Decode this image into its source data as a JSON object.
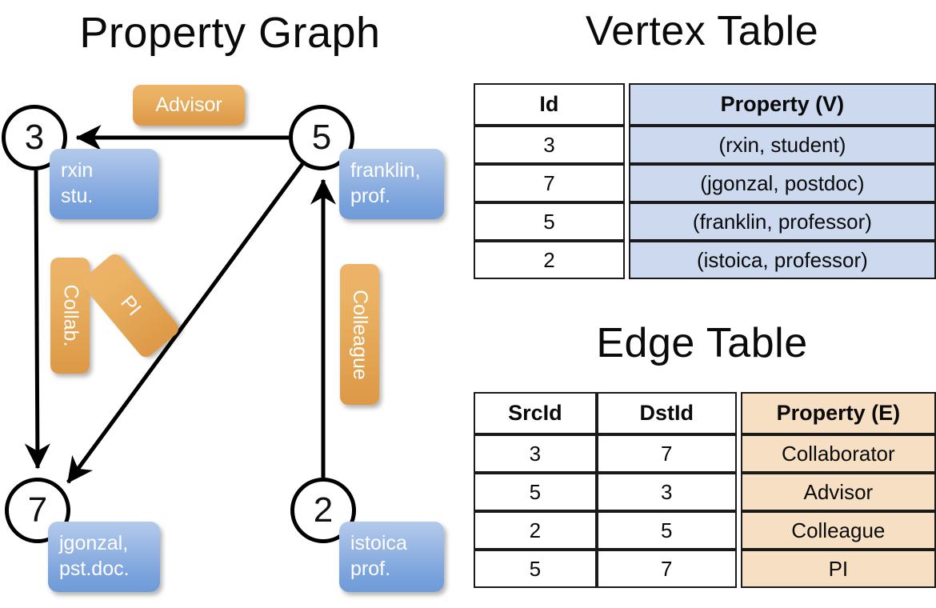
{
  "titles": {
    "property_graph": "Property Graph",
    "vertex_table": "Vertex Table",
    "edge_table": "Edge Table"
  },
  "graph": {
    "nodes": [
      {
        "id": "3",
        "name": "node-3",
        "property_line1": "rxin",
        "property_line2": "stu."
      },
      {
        "id": "5",
        "name": "node-5",
        "property_line1": "franklin,",
        "property_line2": "prof."
      },
      {
        "id": "7",
        "name": "node-7",
        "property_line1": "jgonzal,",
        "property_line2": "pst.doc."
      },
      {
        "id": "2",
        "name": "node-2",
        "property_line1": "istoica",
        "property_line2": "prof."
      }
    ],
    "edge_labels": [
      {
        "label": "Advisor",
        "from": "5",
        "to": "3",
        "orientation": "horizontal"
      },
      {
        "label": "Collab.",
        "from": "3",
        "to": "7",
        "orientation": "vertical"
      },
      {
        "label": "PI",
        "from": "5",
        "to": "7",
        "orientation": "diagonal"
      },
      {
        "label": "Colleague",
        "from": "2",
        "to": "5",
        "orientation": "vertical"
      }
    ]
  },
  "vertex_table": {
    "headers": [
      "Id",
      "Property (V)"
    ],
    "rows": [
      {
        "id": "3",
        "property": "(rxin, student)"
      },
      {
        "id": "7",
        "property": "(jgonzal, postdoc)"
      },
      {
        "id": "5",
        "property": "(franklin, professor)"
      },
      {
        "id": "2",
        "property": "(istoica, professor)"
      }
    ]
  },
  "edge_table": {
    "headers": [
      "SrcId",
      "DstId",
      "Property (E)"
    ],
    "rows": [
      {
        "src": "3",
        "dst": "7",
        "property": "Collaborator"
      },
      {
        "src": "5",
        "dst": "3",
        "property": "Advisor"
      },
      {
        "src": "2",
        "dst": "5",
        "property": "Colleague"
      },
      {
        "src": "5",
        "dst": "7",
        "property": "PI"
      }
    ]
  },
  "colors": {
    "vertex_property_fill": "#ccd9ef",
    "edge_property_fill": "#f7dfc4",
    "node_box_blue": "#7ba3dc",
    "edge_label_orange": "#e6a757",
    "stroke": "#000000",
    "background": "#ffffff"
  }
}
